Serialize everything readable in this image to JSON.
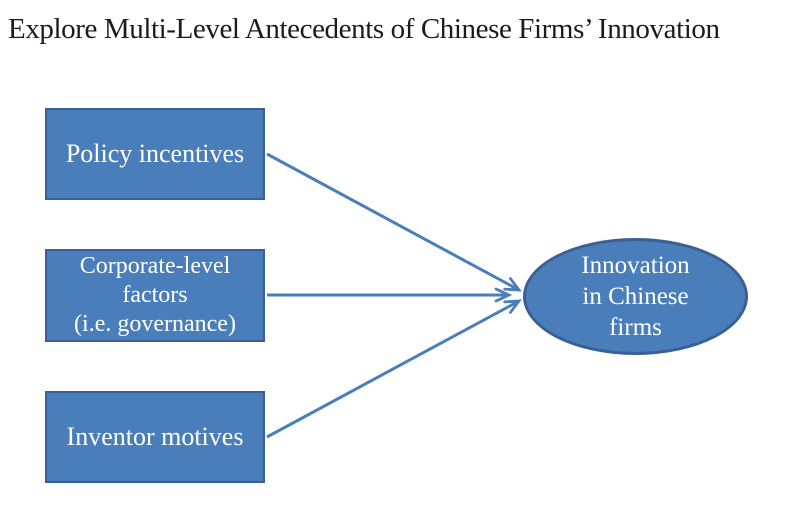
{
  "title": "Explore Multi-Level Antecedents of Chinese Firms’ Innovation",
  "colors": {
    "shape_fill": "#4A7EBB",
    "shape_border": "#3A5F96",
    "arrow": "#4A7EBB",
    "text_on_shape": "#FFFFFF",
    "title_text": "#1B1B1B",
    "background": "#FFFFFF"
  },
  "nodes": {
    "policy": {
      "shape": "rectangle",
      "label": "Policy incentives"
    },
    "corporate": {
      "shape": "rectangle",
      "label": "Corporate-level factors (i.e. governance)",
      "lines": [
        "Corporate-level",
        "factors",
        "(i.e. governance)"
      ]
    },
    "inventor": {
      "shape": "rectangle",
      "label": "Inventor motives"
    },
    "outcome": {
      "shape": "ellipse",
      "label": "Innovation in Chinese firms",
      "lines": [
        "Innovation",
        "in Chinese",
        "firms"
      ]
    }
  },
  "edges": [
    {
      "from": "Policy incentives",
      "to": "Innovation in Chinese firms"
    },
    {
      "from": "Corporate-level factors (i.e. governance)",
      "to": "Innovation in Chinese firms"
    },
    {
      "from": "Inventor motives",
      "to": "Innovation in Chinese firms"
    }
  ]
}
